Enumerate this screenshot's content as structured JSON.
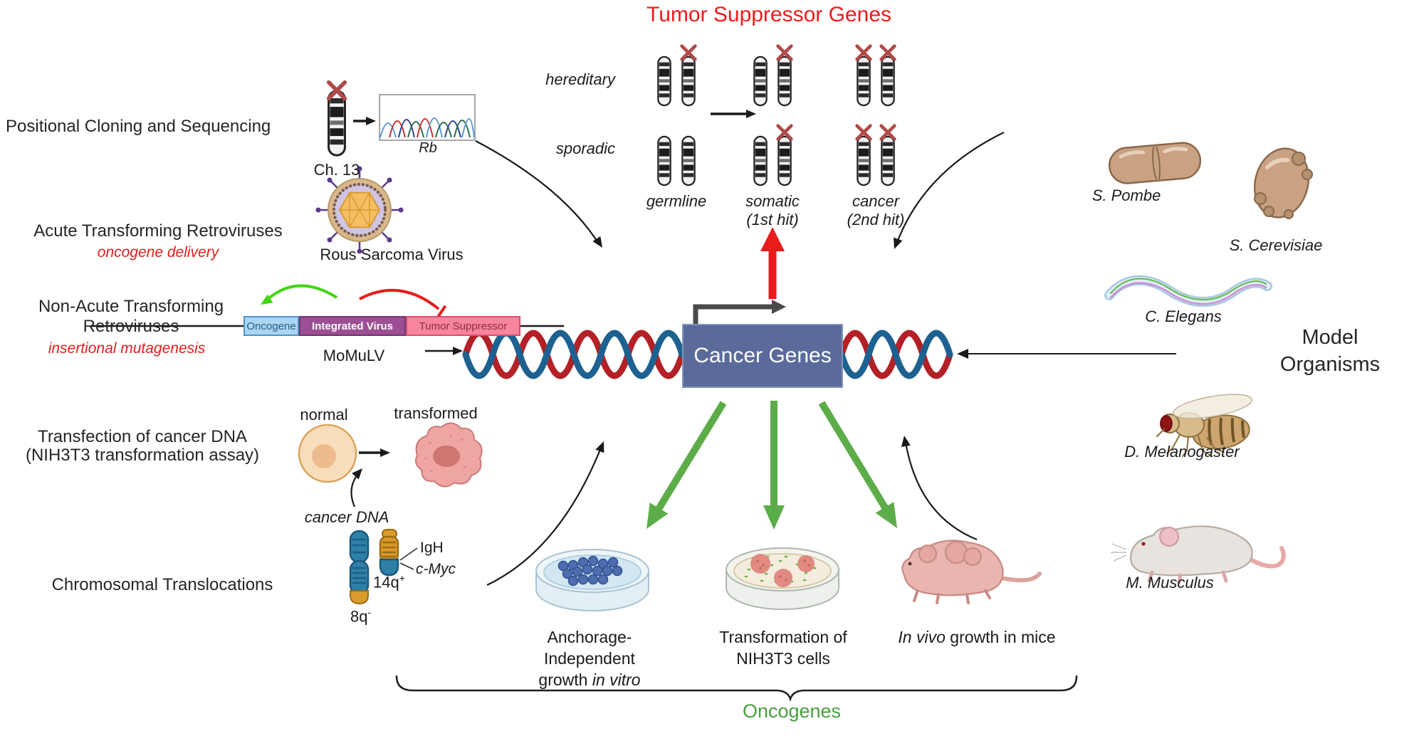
{
  "title": "Tumor Suppressor Genes",
  "two_hit": {
    "row_labels": [
      "hereditary",
      "sporadic"
    ],
    "col_labels": [
      {
        "line1": "germline",
        "line2": ""
      },
      {
        "line1": "somatic",
        "line2": "(1st hit)"
      },
      {
        "line1": "cancer",
        "line2": "(2nd hit)"
      }
    ]
  },
  "methods": {
    "positional": {
      "heading": "Positional Cloning and Sequencing",
      "chromosome": "Ch. 13",
      "gene": "Rb"
    },
    "acute": {
      "heading": "Acute Transforming Retroviruses",
      "subheading": "oncogene delivery",
      "virus": "Rous Sarcoma Virus"
    },
    "nonacute": {
      "heading_line1": "Non-Acute Transforming",
      "heading_line2": "Retroviruses",
      "subheading": "insertional mutagenesis",
      "box_oncogene": "Oncogene",
      "box_virus": "Integrated Virus",
      "box_suppressor": "Tumor Suppressor",
      "virus": "MoMuLV"
    },
    "transfection": {
      "heading_line1": "Transfection of cancer DNA",
      "heading_line2": "(NIH3T3 transformation assay)",
      "cell_normal": "normal",
      "cell_transformed": "transformed",
      "dna": "cancer DNA"
    },
    "translocation": {
      "heading": "Chromosomal Translocations",
      "chr8": "8q",
      "chr8_sup": "-",
      "chr14": "14q",
      "chr14_sup": "+",
      "gene1": "IgH",
      "gene2": "c-Myc"
    }
  },
  "center": {
    "label": "Cancer Genes"
  },
  "assays": {
    "items": [
      {
        "line1": "Anchorage-",
        "line2": "Independent",
        "line3_plain": "growth ",
        "line3_italic": "in vitro"
      },
      {
        "line1": "Transformation of",
        "line2": "NIH3T3 cells"
      },
      {
        "line1_italic": "In vivo",
        "line1_plain": " growth in mice"
      }
    ],
    "brace_label": "Oncogenes"
  },
  "organisms": {
    "heading_line1": "Model",
    "heading_line2": "Organisms",
    "items": [
      "S. Pombe",
      "S. Cerevisiae",
      "C. Elegans",
      "D. Melanogaster",
      "M. Musculus"
    ]
  },
  "colors": {
    "title_red": "#f21b1b",
    "arrow_red": "#ea1b1b",
    "arrow_green": "#5cad49",
    "bright_green": "#43d613",
    "oncogenes_green": "#44a13a",
    "gene_box_blue": "#5a6b9b",
    "dna_red": "#b32025",
    "dna_blue": "#1d6191",
    "oncogene_box": "#abd6f2",
    "integrated_virus_box": "#9c4f94",
    "tumor_suppressor_box": "#f8849e"
  }
}
